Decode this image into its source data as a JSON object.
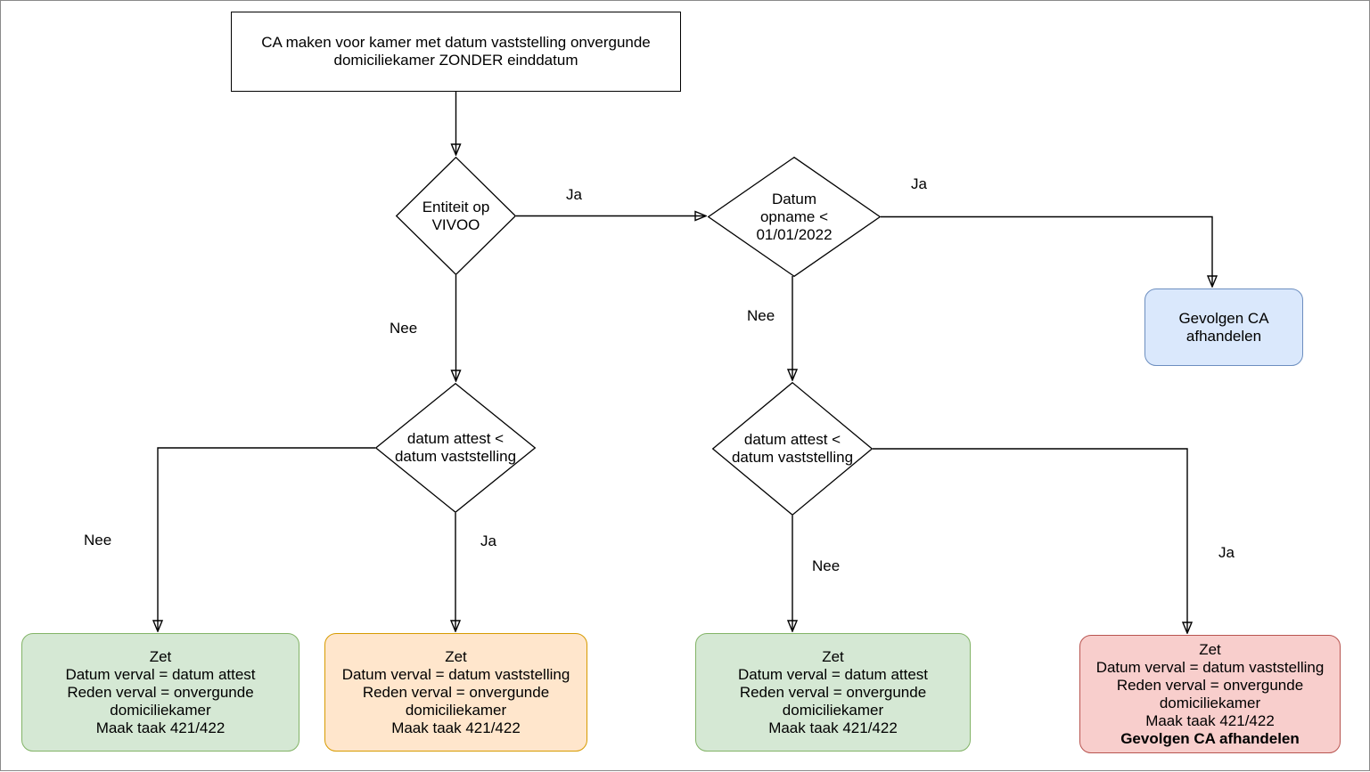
{
  "canvas": {
    "background": "#ffffff",
    "border_color": "#8a8a8a",
    "line_color": "#000000",
    "text_color": "#000000"
  },
  "diagram": {
    "nodes": {
      "start": {
        "text": "CA maken voor kamer met datum vaststelling onvergunde\ndomiciliekamer ZONDER einddatum",
        "fill": "#ffffff",
        "stroke": "#000000"
      },
      "entiteit_op_vivoo": {
        "text": "Entiteit op\nVIVOO",
        "fill": "#ffffff",
        "stroke": "#000000"
      },
      "datum_opname": {
        "text": "Datum\nopname <\n01/01/2022",
        "fill": "#ffffff",
        "stroke": "#000000"
      },
      "datum_attest_left": {
        "text": "datum attest <\ndatum vaststelling",
        "fill": "#ffffff",
        "stroke": "#000000"
      },
      "datum_attest_right": {
        "text": "datum attest <\ndatum vaststelling",
        "fill": "#ffffff",
        "stroke": "#000000"
      },
      "gevolgen_ca": {
        "text": "Gevolgen CA\nafhandelen",
        "fill": "#dae8fc",
        "stroke": "#6c8ebf"
      },
      "zet_attest_links": {
        "text": "Zet\nDatum verval = datum attest\nReden verval = onvergunde\ndomiciliekamer\nMaak taak 421/422",
        "fill": "#d5e8d4",
        "stroke": "#82b366"
      },
      "zet_vaststelling": {
        "text": "Zet\nDatum verval = datum vaststelling\nReden verval = onvergunde\ndomiciliekamer\nMaak taak 421/422",
        "fill": "#ffe6cc",
        "stroke": "#d79b00"
      },
      "zet_attest_midden": {
        "text": "Zet\nDatum verval = datum attest\nReden verval = onvergunde\ndomiciliekamer\nMaak taak 421/422",
        "fill": "#d5e8d4",
        "stroke": "#82b366"
      },
      "zet_vaststelling_gevolgen": {
        "text": "Zet\nDatum verval = datum vaststelling\nReden verval = onvergunde\ndomiciliekamer\nMaak taak 421/422",
        "bold_text": "Gevolgen CA afhandelen",
        "fill": "#f8cecc",
        "stroke": "#b85450"
      }
    },
    "edge_labels": {
      "vivoo_ja": "Ja",
      "vivoo_nee": "Nee",
      "opname_ja": "Ja",
      "opname_nee": "Nee",
      "attest_left_nee": "Nee",
      "attest_left_ja": "Ja",
      "attest_right_nee": "Nee",
      "attest_right_ja": "Ja"
    }
  }
}
